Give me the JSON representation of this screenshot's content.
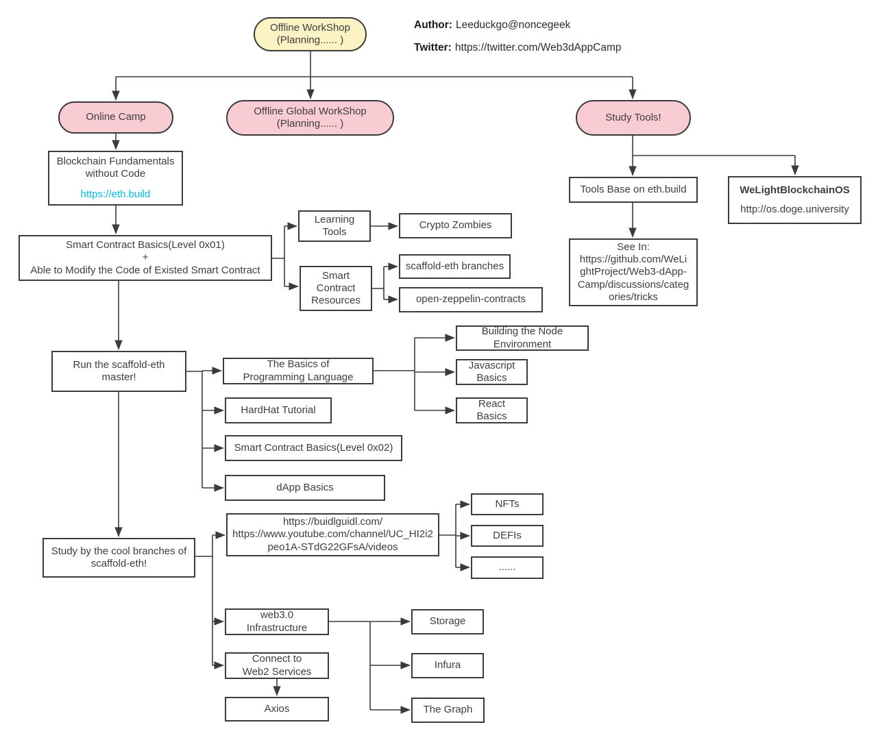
{
  "meta": {
    "author_label": "Author:",
    "author_value": "Leeduckgo@noncegeek",
    "twitter_label": "Twitter:",
    "twitter_value": "https://twitter.com/Web3dAppCamp"
  },
  "colors": {
    "yellow": "#FBF3C4",
    "pink": "#F8CCD2",
    "link": "#00BFE0",
    "line": "#3B3B3B"
  },
  "nodes": {
    "offline_workshop": {
      "label": "Offline WorkShop\n(Planning...... )"
    },
    "online_camp": {
      "label": "Online Camp"
    },
    "offline_global_workshop": {
      "label": "Offline Global WorkShop\n(Planning...... )"
    },
    "study_tools": {
      "label": "Study Tools!"
    },
    "blockchain_fundamentals": {
      "label": "Blockchain Fundamentals\nwithout Code",
      "link": "https://eth.build"
    },
    "sc_basics_01": {
      "label": "Smart Contract Basics(Level 0x01)\n+\nAble to Modify the Code of Existed Smart Contract"
    },
    "learning_tools": {
      "label": "Learning\nTools"
    },
    "crypto_zombies": {
      "label": "Crypto Zombies"
    },
    "sc_resources": {
      "label": "Smart\nContract\nResources"
    },
    "scaffold_eth_branches": {
      "label": "scaffold-eth branches"
    },
    "open_zeppelin": {
      "label": "open-zeppelin-contracts"
    },
    "run_scaffold": {
      "label": "Run the scaffold-eth\nmaster!"
    },
    "basics_programming": {
      "label": "The Basics of\nProgramming Language"
    },
    "building_node": {
      "label": "Building the Node\nEnvironment"
    },
    "javascript_basics": {
      "label": "Javascript\nBasics"
    },
    "react_basics": {
      "label": "React\nBasics"
    },
    "hardhat": {
      "label": "HardHat Tutorial"
    },
    "sc_basics_02": {
      "label": "Smart Contract Basics(Level 0x02)"
    },
    "dapp_basics": {
      "label": "dApp Basics"
    },
    "study_branches": {
      "label": "Study by the cool branches of\nscaffold-eth!"
    },
    "buidlguidl": {
      "label": "https://buidlguidl.com/\nhttps://www.youtube.com/channel/UC_HI2i2\npeo1A-STdG22GFsA/videos"
    },
    "nfts": {
      "label": "NFTs"
    },
    "defis": {
      "label": "DEFIs"
    },
    "dots": {
      "label": "......"
    },
    "web3_infra": {
      "label": "web3.0\nInfrastructure"
    },
    "connect_web2": {
      "label": "Connect to\nWeb2 Services"
    },
    "axios": {
      "label": "Axios"
    },
    "storage": {
      "label": "Storage"
    },
    "infura": {
      "label": "Infura"
    },
    "the_graph": {
      "label": "The Graph"
    },
    "tools_base": {
      "label": "Tools Base on eth.build"
    },
    "welight": {
      "title": "WeLightBlockchainOS",
      "link": "http://os.doge.university"
    },
    "see_in": {
      "label": "See In:\nhttps://github.com/WeLi\nghtProject/Web3-dApp-\nCamp/discussions/categ\nories/tricks"
    }
  }
}
